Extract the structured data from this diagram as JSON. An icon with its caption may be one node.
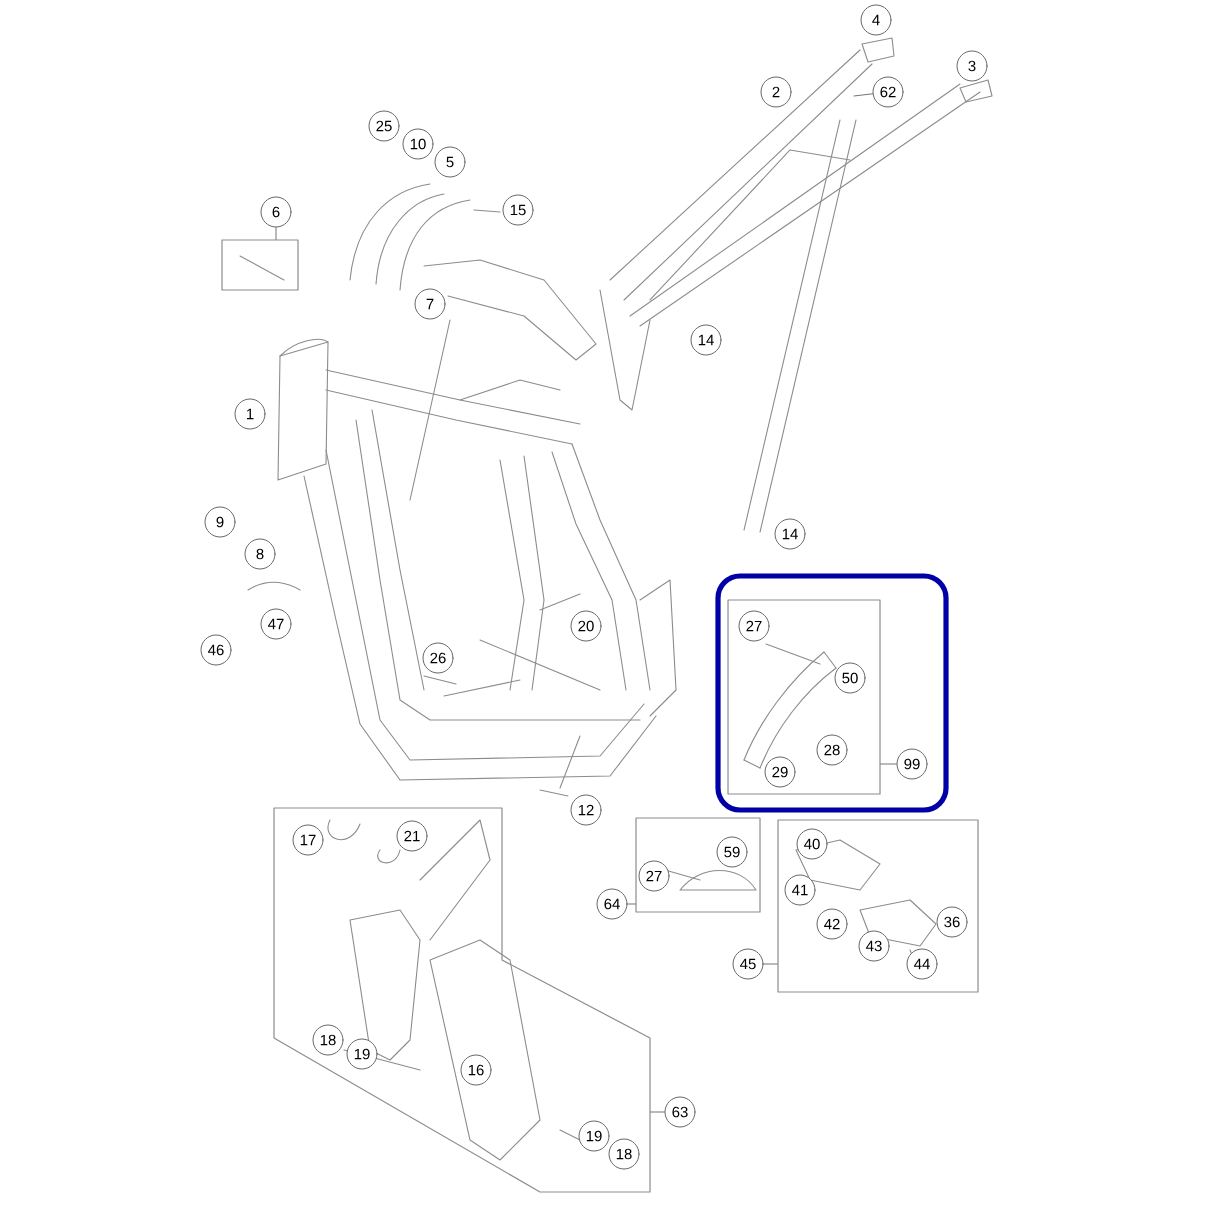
{
  "diagram": {
    "nodes": [
      {
        "text": [
          "4"
        ]
      },
      {
        "text": [
          "3"
        ]
      },
      {
        "text": [
          "2"
        ]
      },
      {
        "text": [
          "62"
        ]
      },
      {
        "text": [
          "25"
        ]
      },
      {
        "text": [
          "10"
        ]
      },
      {
        "text": [
          "5"
        ]
      },
      {
        "text": [
          "15"
        ]
      },
      {
        "text": [
          "6"
        ]
      },
      {
        "text": [],
        "shape": "box"
      },
      {
        "text": [
          "7"
        ]
      },
      {
        "text": [
          "14"
        ]
      },
      {
        "text": [
          "1"
        ]
      },
      {
        "text": [
          "9"
        ]
      },
      {
        "text": [
          "8"
        ]
      },
      {
        "text": [
          "14"
        ]
      },
      {
        "text": [],
        "shape": "box"
      },
      {
        "text": [],
        "shape": "box",
        "in": 16
      },
      {
        "text": [
          "27"
        ],
        "in": 17
      },
      {
        "text": [
          "50"
        ],
        "in": 17
      },
      {
        "text": [
          "28"
        ],
        "in": 17
      },
      {
        "text": [
          "29"
        ],
        "in": 17
      },
      {
        "text": [
          "99"
        ],
        "in": 16
      },
      {
        "text": [
          "20"
        ]
      },
      {
        "text": [
          "47"
        ]
      },
      {
        "text": [
          "46"
        ]
      },
      {
        "text": [
          "26"
        ]
      },
      {
        "text": [
          "12"
        ]
      },
      {
        "text": [],
        "shape": "box"
      },
      {
        "text": [
          "17"
        ],
        "in": 28
      },
      {
        "text": [
          "21"
        ],
        "in": 28
      },
      {
        "text": [],
        "shape": "box"
      },
      {
        "text": [
          "59"
        ],
        "in": 31
      },
      {
        "text": [
          "27"
        ],
        "in": 31
      },
      {
        "text": [
          "64"
        ]
      },
      {
        "text": [],
        "shape": "box"
      },
      {
        "text": [
          "40"
        ],
        "in": 35
      },
      {
        "text": [
          "41"
        ],
        "in": 35
      },
      {
        "text": [
          "42"
        ],
        "in": 35
      },
      {
        "text": [
          "36"
        ],
        "in": 35
      },
      {
        "text": [
          "43"
        ],
        "in": 35
      },
      {
        "text": [
          "44"
        ],
        "in": 35
      },
      {
        "text": [
          "45"
        ]
      },
      {
        "text": [
          "18"
        ],
        "in": 28
      },
      {
        "text": [
          "19"
        ],
        "in": 28
      },
      {
        "text": [
          "16"
        ],
        "in": 28
      },
      {
        "text": [
          "19"
        ],
        "in": 28
      },
      {
        "text": [
          "18"
        ],
        "in": 28
      },
      {
        "text": [
          "63"
        ]
      }
    ],
    "edges": [
      {
        "from": 8,
        "to": 9,
        "arrow": "none"
      },
      {
        "from": 22,
        "to": 17,
        "arrow": "none"
      },
      {
        "from": 34,
        "to": 31,
        "arrow": "none"
      },
      {
        "from": 42,
        "to": 35,
        "arrow": "none"
      },
      {
        "from": 48,
        "to": 28,
        "arrow": "none"
      },
      {
        "from": 3,
        "to": null,
        "arrow": "none"
      }
    ]
  }
}
